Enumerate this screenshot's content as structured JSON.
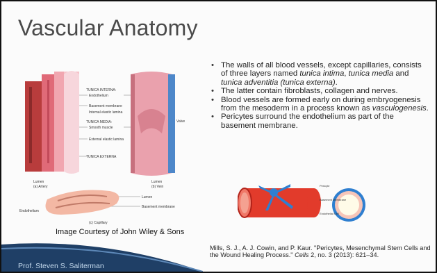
{
  "slide": {
    "title": "Vascular Anatomy",
    "bullets": [
      {
        "parts": [
          {
            "text": "The walls of all blood vessels, except capillaries, consists of three layers named "
          },
          {
            "text": "tunica intima",
            "italic": true
          },
          {
            "text": ", "
          },
          {
            "text": "tunica media",
            "italic": true
          },
          {
            "text": " and "
          },
          {
            "text": "tunica adventitia (tunica externa)",
            "italic": true
          },
          {
            "text": "."
          }
        ]
      },
      {
        "parts": [
          {
            "text": "The latter contain fibroblasts, collagen and nerves."
          }
        ]
      },
      {
        "parts": [
          {
            "text": "Blood vessels are formed early on during embryogenesis from the mesoderm in a process known as "
          },
          {
            "text": "vasculogenesis",
            "italic": true
          },
          {
            "text": "."
          }
        ]
      },
      {
        "parts": [
          {
            "text": "Pericytes surround the endothelium as part of the basement membrane."
          }
        ]
      }
    ],
    "image_caption": "Image Courtesy of John Wiley & Sons",
    "citation": {
      "before": "Mills, S. J., A. J. Cowin, and P. Kaur. \"Pericytes, Mesenchymal Stem Cells and the Wound Healing Process.\" ",
      "journal": "Cells",
      "after": " 2, no. 3 (2013): 621–34."
    },
    "author": "Prof. Steven S. Saliterman"
  },
  "figure_left": {
    "labels": {
      "tunica_interna": "TUNICA INTERNA:",
      "endothelium": "Endothelium",
      "basement_membrane": "Basement membrane",
      "internal_elastic": "Internal elastic lamina",
      "tunica_media": "TUNICA MEDIA:",
      "smooth_muscle": "Smooth muscle",
      "external_elastic": "External elastic lamina",
      "tunica_externa": "TUNICA EXTERNA",
      "lumen_a": "Lumen",
      "artery": "(a) Artery",
      "lumen_b": "Lumen",
      "vein": "(b) Vein",
      "valve": "Valve",
      "lumen_c": "Lumen",
      "basement_membrane_c": "Basement membrane",
      "endothelium_c": "Endothelium",
      "capillary": "(c) Capillary"
    }
  },
  "figure_right": {
    "labels": {
      "pericyte": "Pericyte",
      "basement": "Basement Membrane",
      "endothelial": "Endothelial Cell"
    }
  },
  "colors": {
    "title": "#4a4a4a",
    "vessel_red": "#e23b2b",
    "pericyte_blue": "#2f7fd0",
    "footer_blue": "#1f3f66"
  }
}
